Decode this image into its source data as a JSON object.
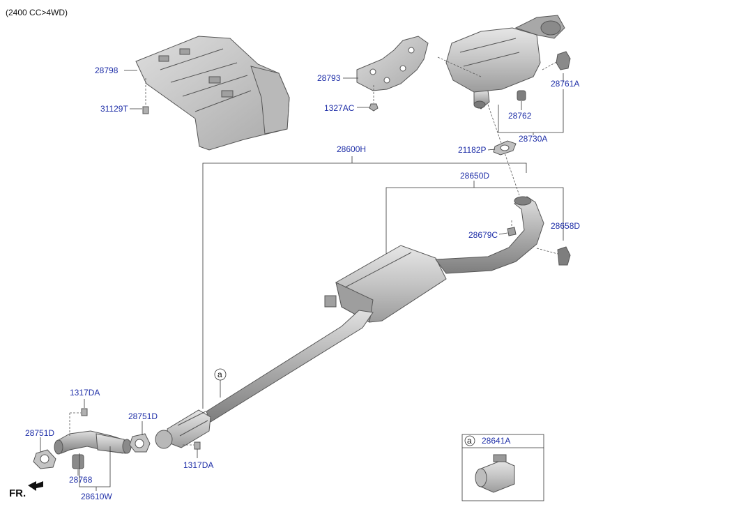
{
  "header": {
    "variant": "(2400 CC>4WD)"
  },
  "labels": {
    "p28798": "28798",
    "p31129T": "31129T",
    "p28793": "28793",
    "p1327AC": "1327AC",
    "p28761A": "28761A",
    "p28762": "28762",
    "p28730A": "28730A",
    "p21182P": "21182P",
    "p28600H": "28600H",
    "p28650D": "28650D",
    "p28679C": "28679C",
    "p28658D": "28658D",
    "p1317DA_top": "1317DA",
    "p28751D_left": "28751D",
    "p28751D_mid": "28751D",
    "p28768": "28768",
    "p28610W": "28610W",
    "p1317DA_bottom": "1317DA"
  },
  "callout": {
    "marker": "a",
    "part": "28641A"
  },
  "inline_marker": "a",
  "direction": "FR.",
  "colors": {
    "label": "#1f2fa8",
    "part_fill": "#c8c8c8",
    "part_dark": "#9a9a9a",
    "line": "#333333"
  },
  "icons": {
    "front_arrow": "arrow-left-icon"
  }
}
